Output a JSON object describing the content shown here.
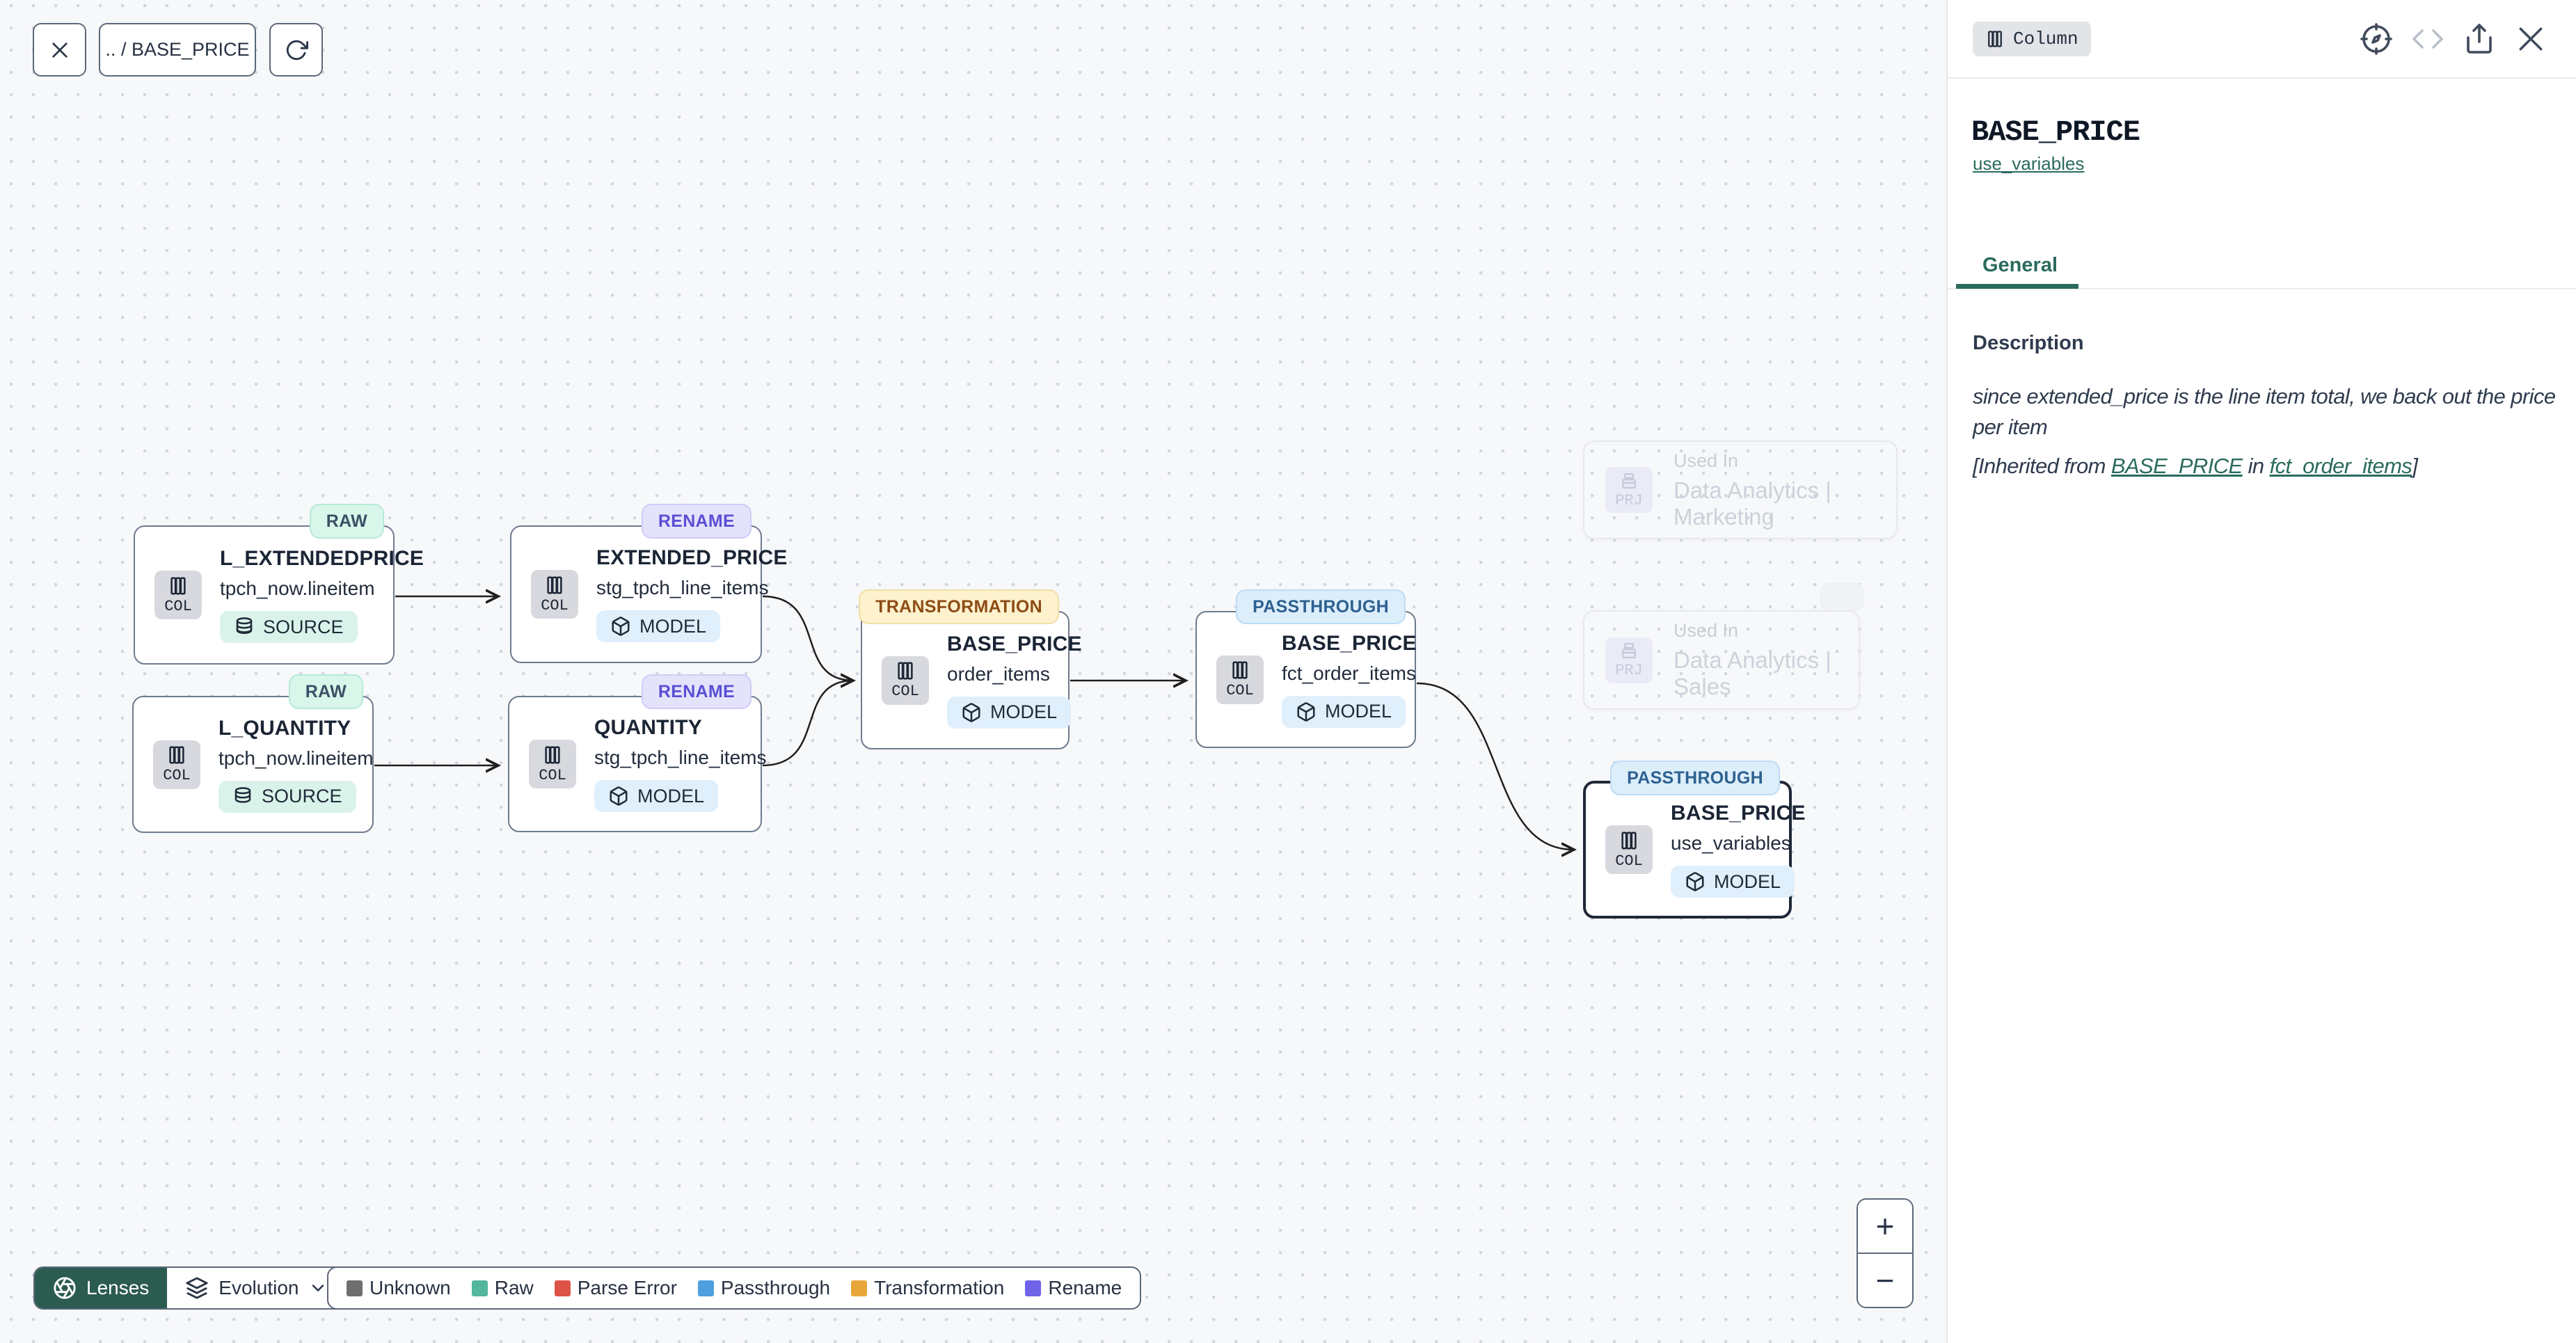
{
  "toolbar": {
    "breadcrumb": ".. / BASE_PRICE"
  },
  "graph": {
    "nodes": [
      {
        "badge": "RAW",
        "title": "L_EXTENDEDPRICE",
        "subtitle": "tpch_now.lineitem",
        "type": "SOURCE",
        "chip": "COL"
      },
      {
        "badge": "RENAME",
        "title": "EXTENDED_PRICE",
        "subtitle": "stg_tpch_line_items",
        "type": "MODEL",
        "chip": "COL"
      },
      {
        "badge": "RAW",
        "title": "L_QUANTITY",
        "subtitle": "tpch_now.lineitem",
        "type": "SOURCE",
        "chip": "COL"
      },
      {
        "badge": "RENAME",
        "title": "QUANTITY",
        "subtitle": "stg_tpch_line_items",
        "type": "MODEL",
        "chip": "COL"
      },
      {
        "badge": "TRANSFORMATION",
        "title": "BASE_PRICE",
        "subtitle": "order_items",
        "type": "MODEL",
        "chip": "COL"
      },
      {
        "badge": "PASSTHROUGH",
        "title": "BASE_PRICE",
        "subtitle": "fct_order_items",
        "type": "MODEL",
        "chip": "COL"
      },
      {
        "badge": "PASSTHROUGH",
        "title": "BASE_PRICE",
        "subtitle": "use_variables",
        "type": "MODEL",
        "chip": "COL"
      }
    ],
    "ghost_nodes": [
      {
        "label": "Used In",
        "title": "Data Analytics | Marketing",
        "chip": "PRJ"
      },
      {
        "label": "Used In",
        "title": "Data Analytics | Sales",
        "chip": "PRJ"
      }
    ]
  },
  "controls": {
    "lenses_label": "Lenses",
    "lens_selected": "Evolution",
    "zoom_in": "+",
    "zoom_out": "−",
    "legend": [
      {
        "label": "Unknown",
        "color": "#6f6f6f"
      },
      {
        "label": "Raw",
        "color": "#52b79e"
      },
      {
        "label": "Parse Error",
        "color": "#dd5347"
      },
      {
        "label": "Passthrough",
        "color": "#4d9fdd"
      },
      {
        "label": "Transformation",
        "color": "#e8a63a"
      },
      {
        "label": "Rename",
        "color": "#6f63e8"
      }
    ]
  },
  "panel": {
    "kind": "Column",
    "title": "BASE_PRICE",
    "model_link": "use_variables",
    "tab_general": "General",
    "description_label": "Description",
    "description": "since extended_price is the line item total, we back out the price per item",
    "inherited_prefix": "[Inherited from ",
    "inherited_link1": "BASE_PRICE",
    "inherited_mid": " in ",
    "inherited_link2": "fct_order_items",
    "inherited_suffix": "]",
    "accent_color": "#2a6b5e"
  }
}
